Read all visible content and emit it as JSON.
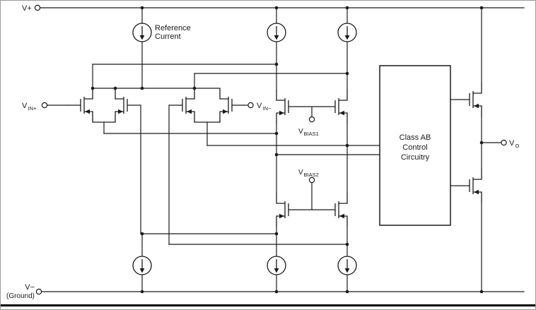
{
  "rails": {
    "vplus": "V+",
    "vminus": "V−",
    "ground": "(Ground)"
  },
  "reference_current": {
    "line1": "Reference",
    "line2": "Current"
  },
  "terminals": {
    "vin_plus": {
      "base": "V",
      "sub": "IN+"
    },
    "vin_minus": {
      "base": "V",
      "sub": "IN−"
    },
    "vbias1": {
      "base": "V",
      "sub": "BIAS1"
    },
    "vbias2": {
      "base": "V",
      "sub": "BIAS2"
    },
    "vout": {
      "base": "V",
      "sub": "O"
    }
  },
  "class_ab_box": {
    "line1": "Class AB",
    "line2": "Control",
    "line3": "Circuitry"
  },
  "colors": {
    "ink": "#1a1a1a",
    "background": "#ffffff"
  }
}
